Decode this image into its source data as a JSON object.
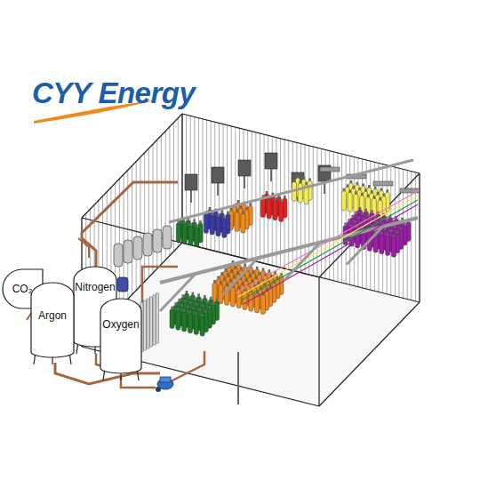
{
  "diagram": {
    "nodes": [
      {
        "text": [
          "CO₂"
        ]
      },
      {
        "text": [
          "Argon"
        ]
      },
      {
        "text": [
          "Nitrogen"
        ]
      },
      {
        "text": [
          "Oxygen"
        ]
      }
    ],
    "labels": [
      "CYY Energy"
    ]
  }
}
